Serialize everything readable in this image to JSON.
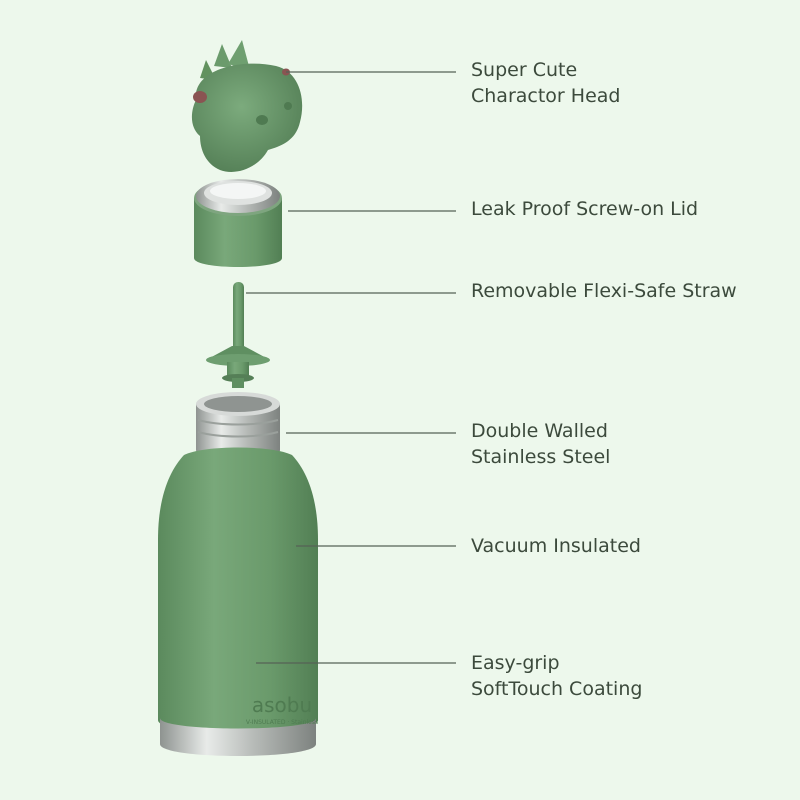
{
  "product": {
    "brand_logo_text": "asobu",
    "brand_sub_text": "V-INSULATED · Stainless",
    "colors": {
      "background": "#edf8ec",
      "body_green": "#6a9b6c",
      "steel": "#c9ccca",
      "leader_line": "#566256",
      "text": "#3c4a3c"
    }
  },
  "callouts": [
    {
      "id": "head",
      "lines": [
        "Super Cute",
        "Charactor Head"
      ]
    },
    {
      "id": "lid",
      "lines": [
        "Leak Proof Screw-on Lid"
      ]
    },
    {
      "id": "straw",
      "lines": [
        "Removable Flexi-Safe Straw"
      ]
    },
    {
      "id": "steel",
      "lines": [
        "Double Walled",
        "Stainless Steel"
      ]
    },
    {
      "id": "vac",
      "lines": [
        "Vacuum Insulated"
      ]
    },
    {
      "id": "grip",
      "lines": [
        "Easy-grip",
        "SoftTouch Coating"
      ]
    }
  ]
}
